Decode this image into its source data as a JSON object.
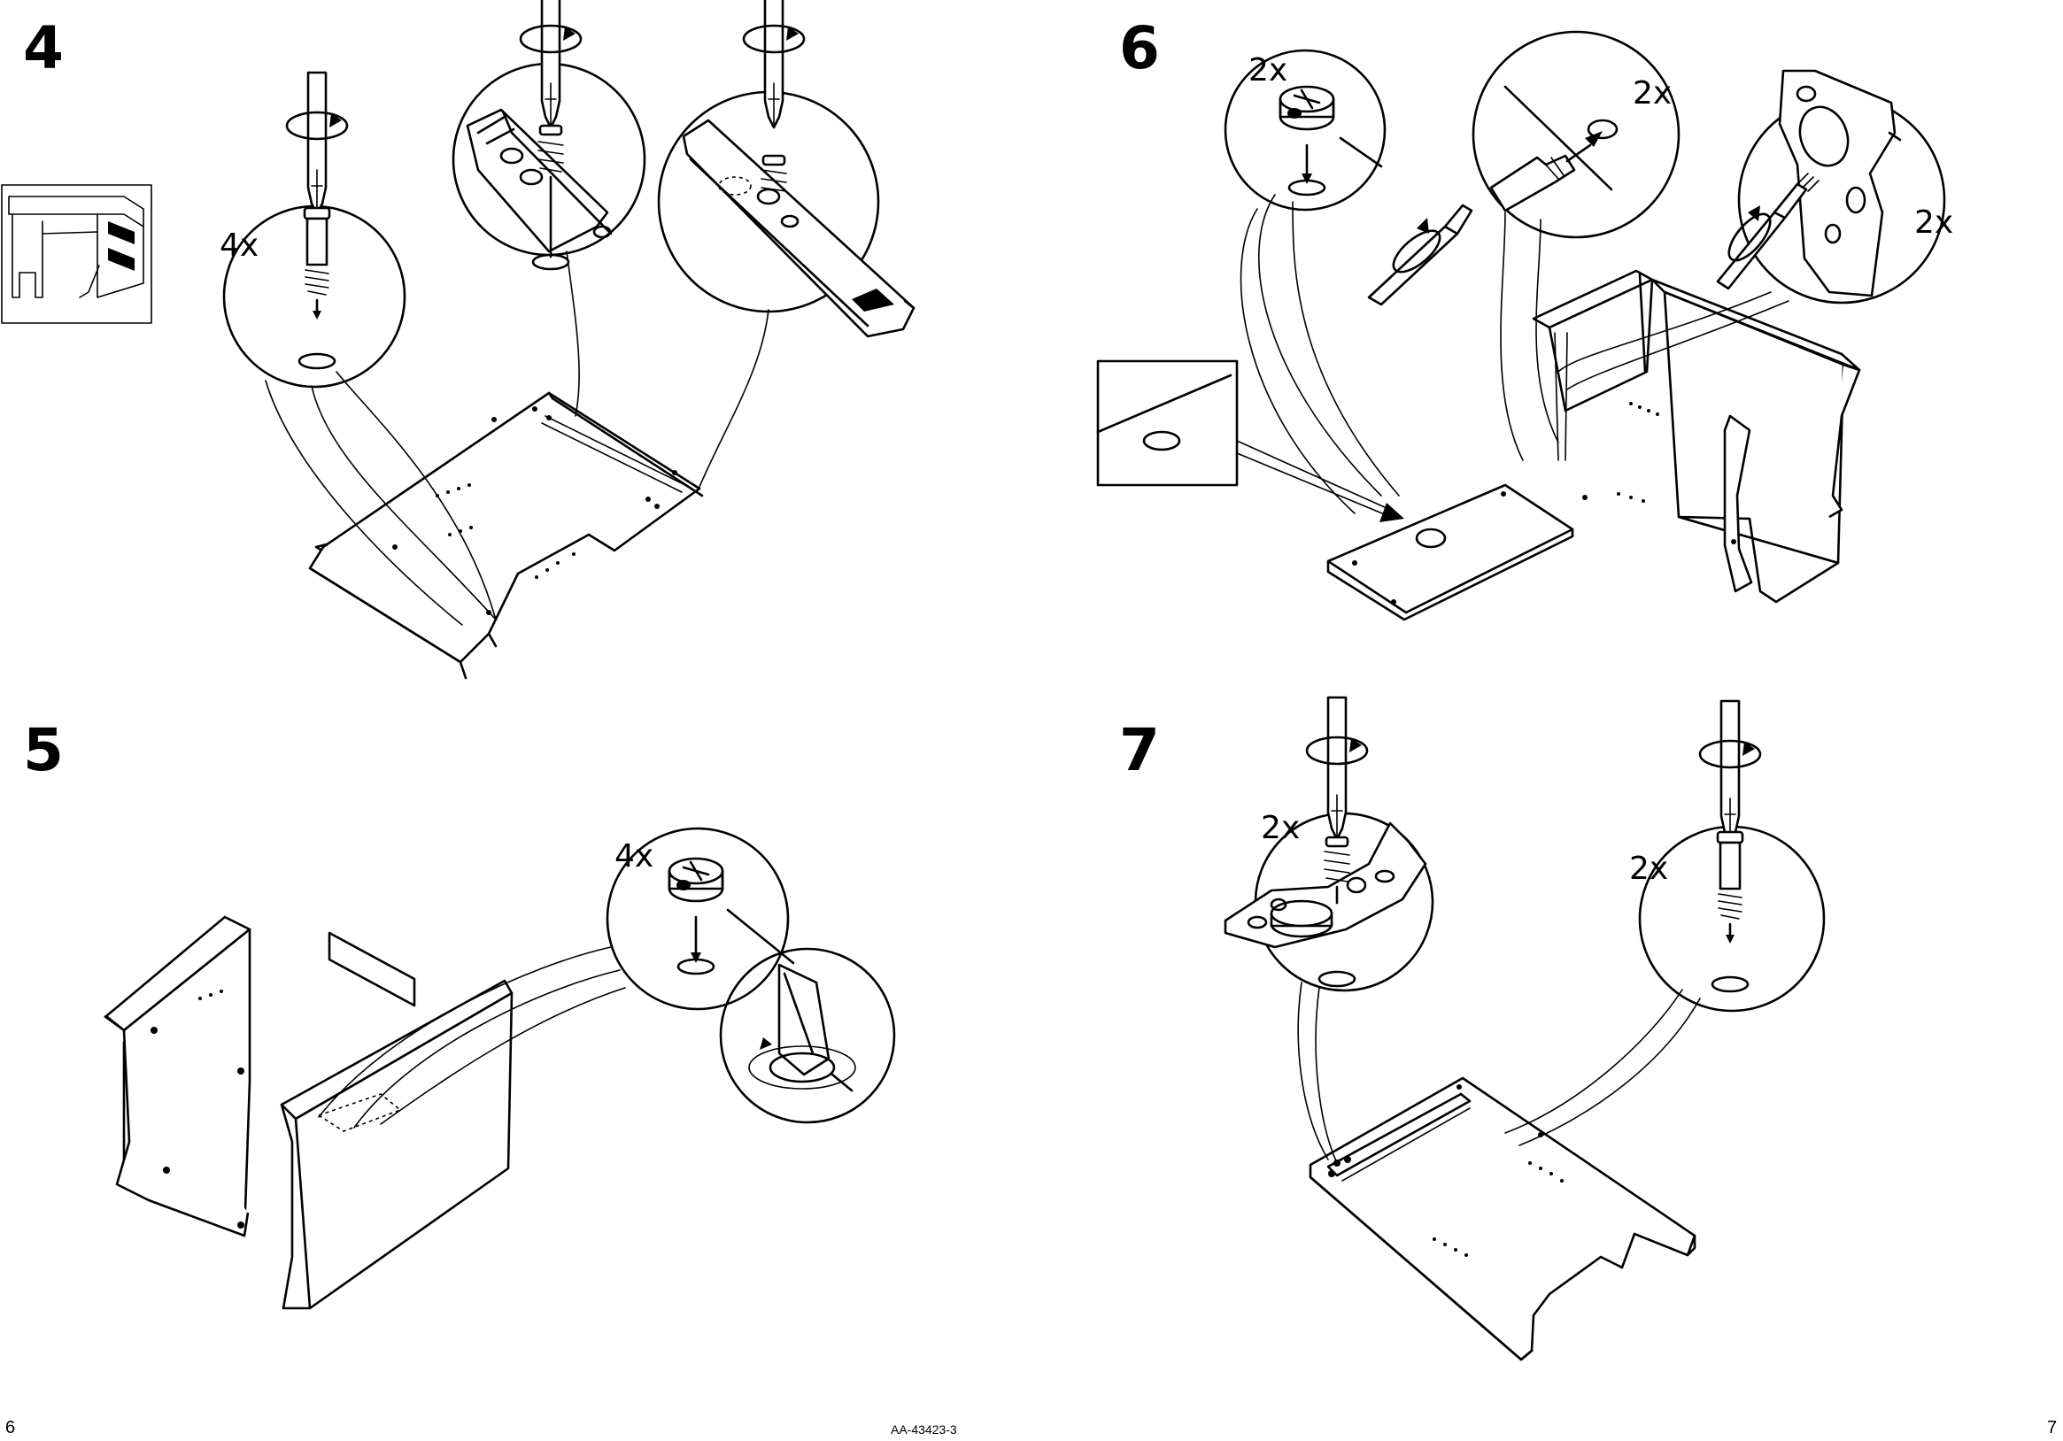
{
  "steps": [
    {
      "number": "4",
      "quantities": [
        "4x"
      ]
    },
    {
      "number": "5",
      "quantities": [
        "4x"
      ]
    },
    {
      "number": "6",
      "quantities": [
        "2x",
        "2x",
        "2x"
      ]
    },
    {
      "number": "7",
      "quantities": [
        "2x",
        "2x"
      ]
    }
  ],
  "footer": {
    "page_left": "6",
    "doc_code": "AA-43423-3",
    "page_right": "7"
  },
  "icons": [
    "screwdriver-icon",
    "rotate-arrow-icon",
    "cam-lock-icon",
    "dowel-screw-icon",
    "hole-target-icon",
    "desk-thumbnail-icon"
  ]
}
